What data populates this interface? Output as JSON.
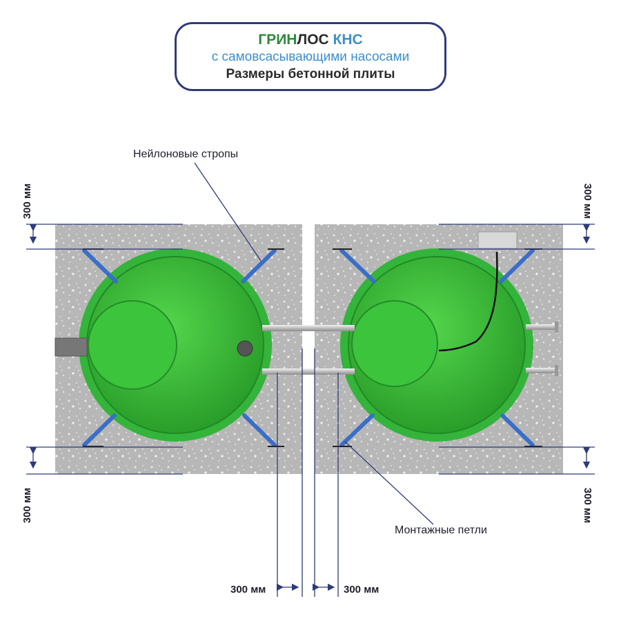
{
  "title": {
    "brand_part1": "ГРИН",
    "brand_part2": "ЛОС",
    "brand_part3": "КНС",
    "subtitle": "с самовсасывающими насосами",
    "caption": "Размеры бетонной плиты"
  },
  "labels": {
    "straps": "Нейлоновые стропы",
    "loops": "Монтажные петли",
    "dim_left_top": "300 мм",
    "dim_left_bottom": "300 мм",
    "dim_right_top": "300 мм",
    "dim_right_bottom": "300 мм",
    "dim_gap_left": "300 мм",
    "dim_gap_right": "300 мм"
  },
  "colors": {
    "frame": "#2e3a7a",
    "concrete": "#b9b9b9",
    "tank_green": "#3fbf3f",
    "strap_blue": "#3a6ec8",
    "dim_line": "#2e3a7a"
  }
}
